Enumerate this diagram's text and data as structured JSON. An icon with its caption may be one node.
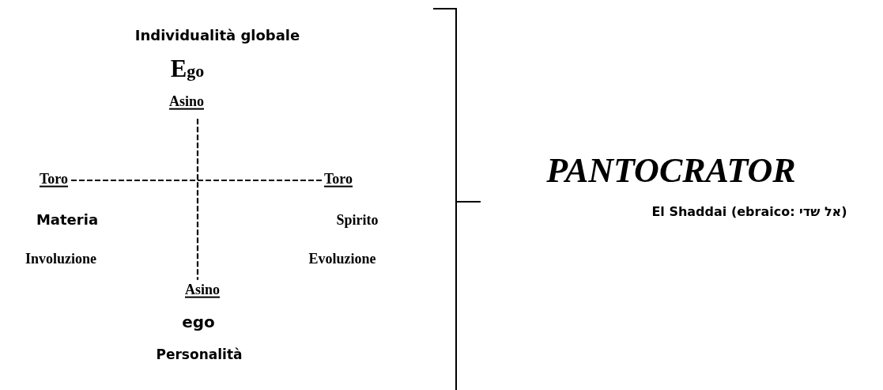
{
  "diagram": {
    "nodes": [
      {
        "text": [
          "Asino"
        ]
      },
      {
        "text": [
          "Toro"
        ]
      },
      {
        "text": [
          "Toro"
        ]
      },
      {
        "text": [
          "Asino"
        ]
      }
    ],
    "edges": [
      {
        "from": 0,
        "to": 3,
        "arrow": "none",
        "style": "dashed"
      },
      {
        "from": 1,
        "to": 2,
        "arrow": "none",
        "style": "dashed"
      }
    ],
    "labels": [
      "Individualità globale",
      "Ego",
      "Materia",
      "Spirito",
      "Involuzione",
      "Evoluzione",
      "ego",
      "Personalità",
      "PANTOCRATOR",
      "**El Shaddai** (ebraico: **אל שדי**)"
    ]
  }
}
